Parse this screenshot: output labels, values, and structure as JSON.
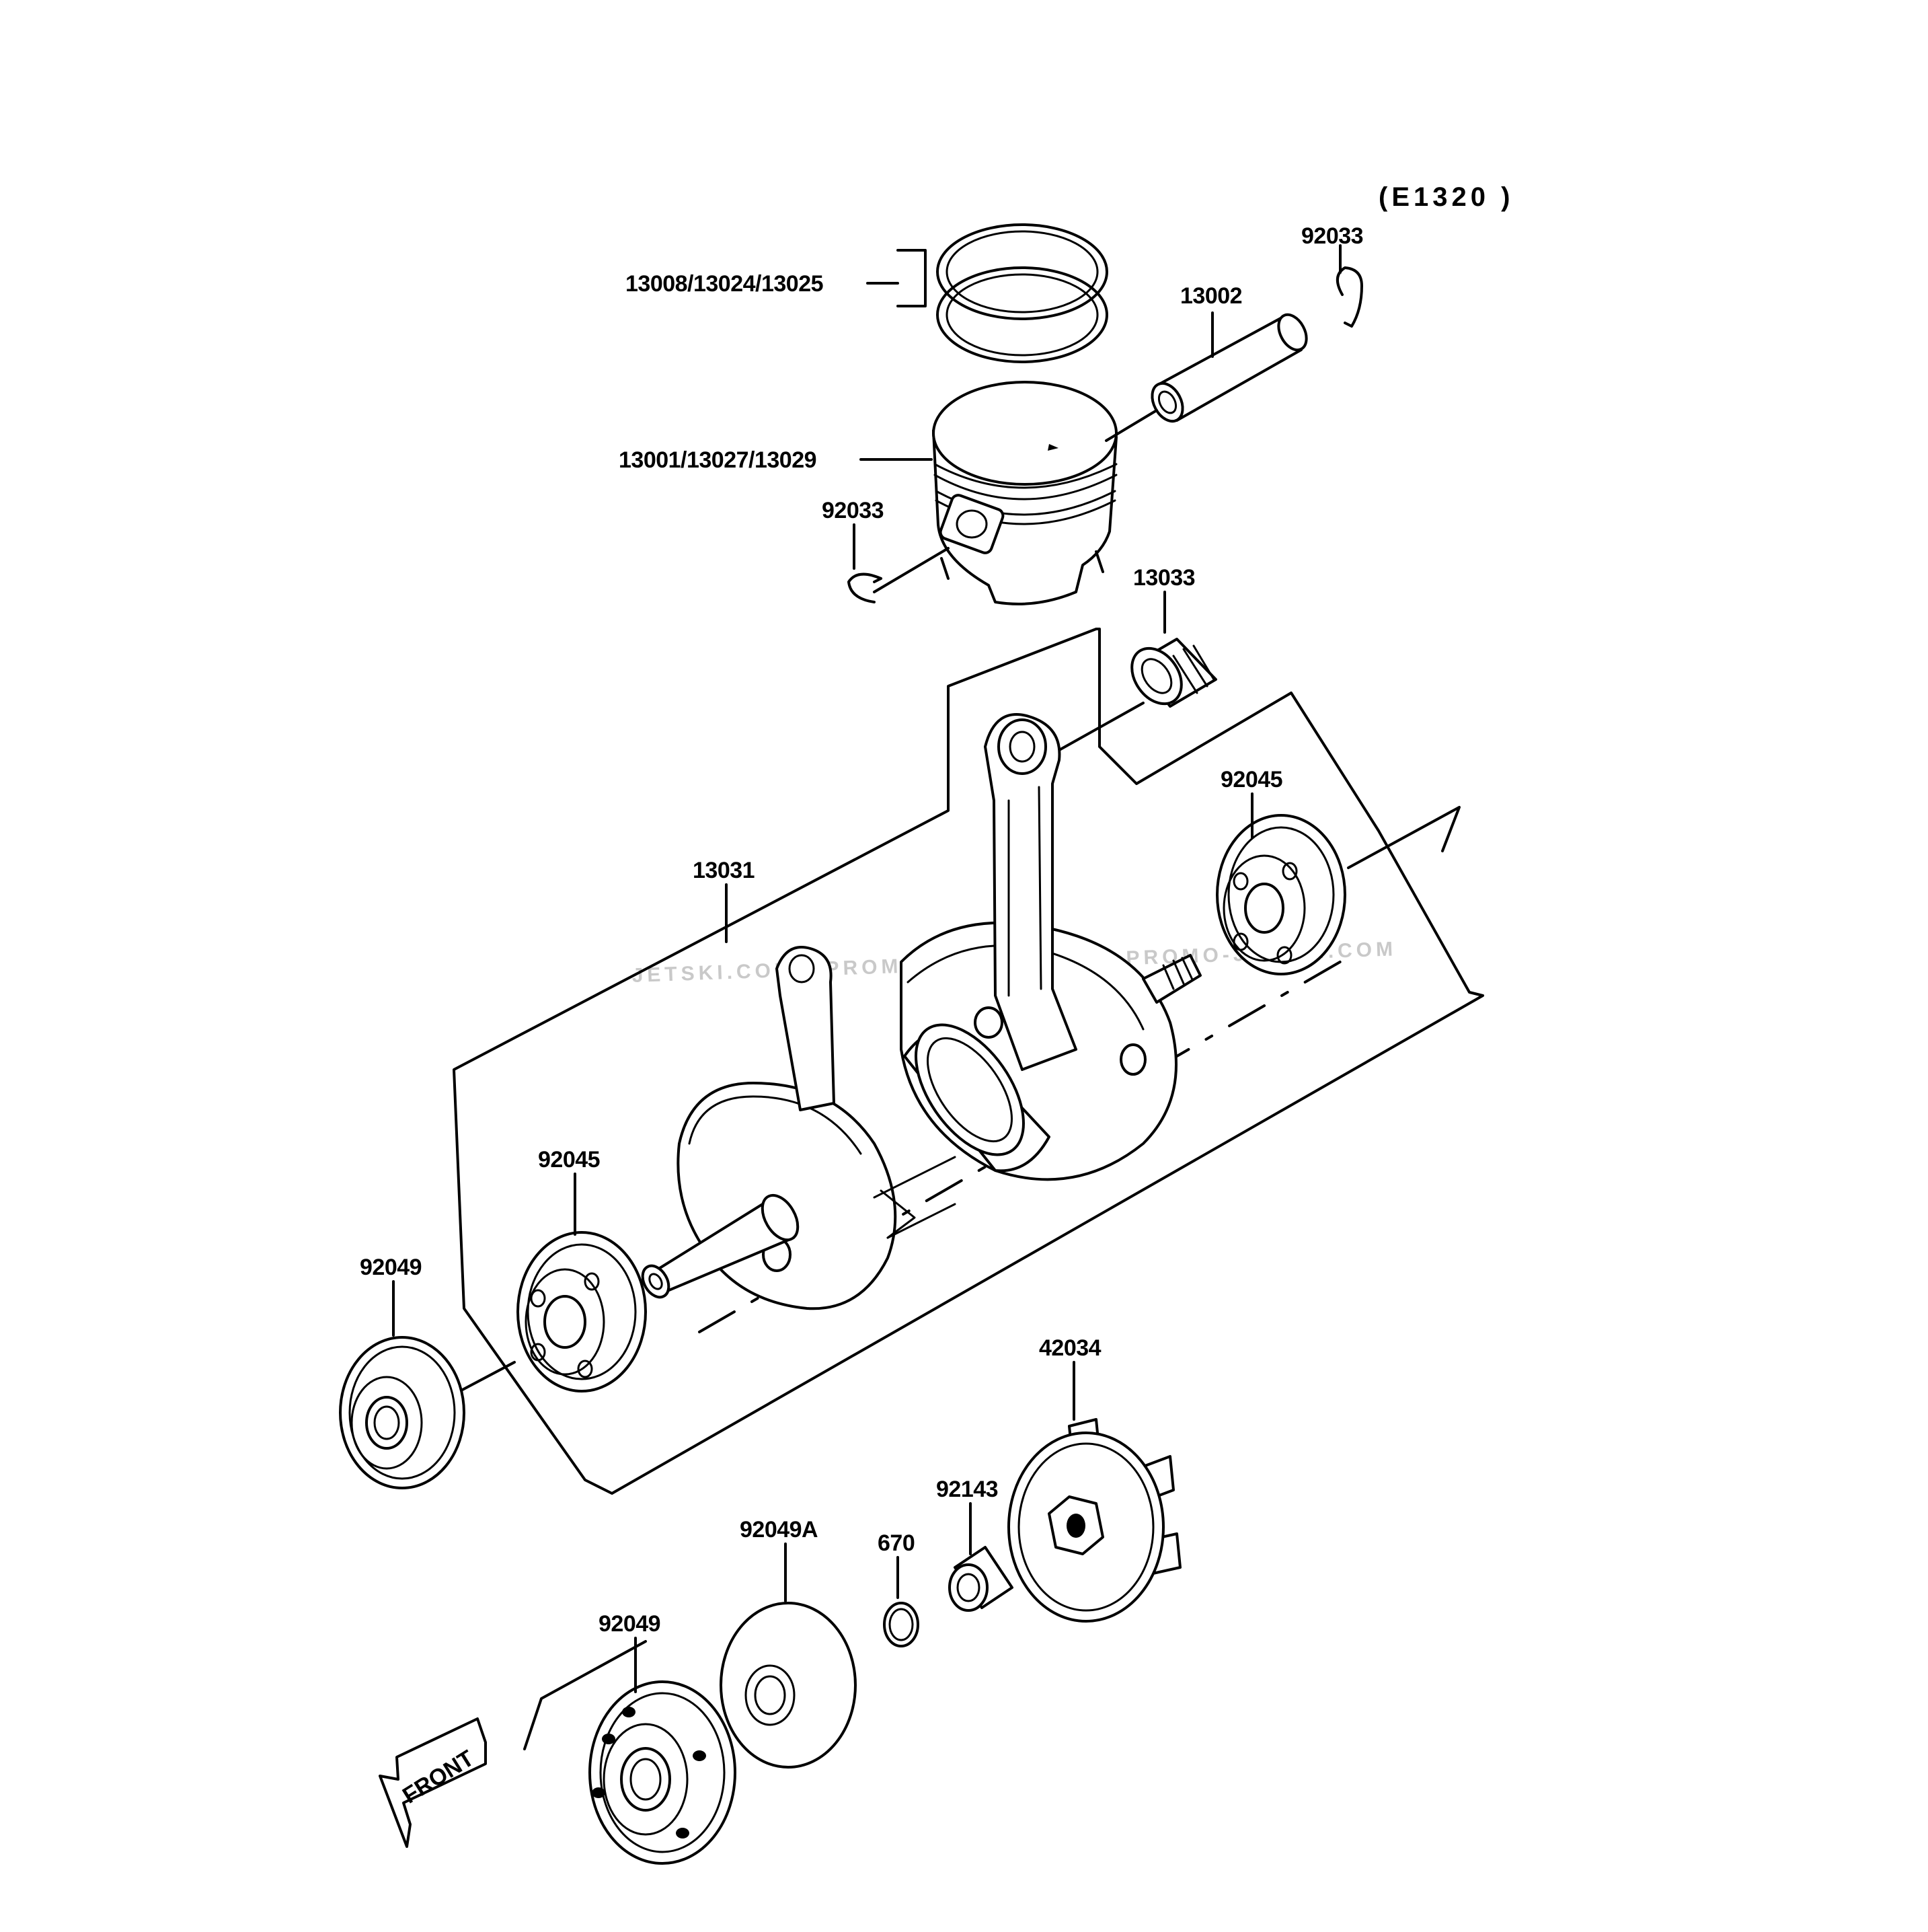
{
  "diagram": {
    "group_code": "(E1320 )",
    "watermark": "JETSKI.COM - PROMO-JETSKI.COM - PROMO-JETSKI.COM",
    "front_arrow_label": "FRONT",
    "labels": {
      "piston_rings": "13008/13024/13025",
      "piston": "13001/13027/13029",
      "piston_pin": "13002",
      "circlip_right": "92033",
      "circlip_left": "92033",
      "needle_bearing": "13033",
      "crankshaft": "13031",
      "ball_bearing_right": "92045",
      "ball_bearing_left": "92045",
      "oil_seal_left": "92049",
      "oil_seal_lower": "92049",
      "oil_seal_a": "92049A",
      "o_ring": "670",
      "collar": "92143",
      "coupling": "42034"
    }
  }
}
